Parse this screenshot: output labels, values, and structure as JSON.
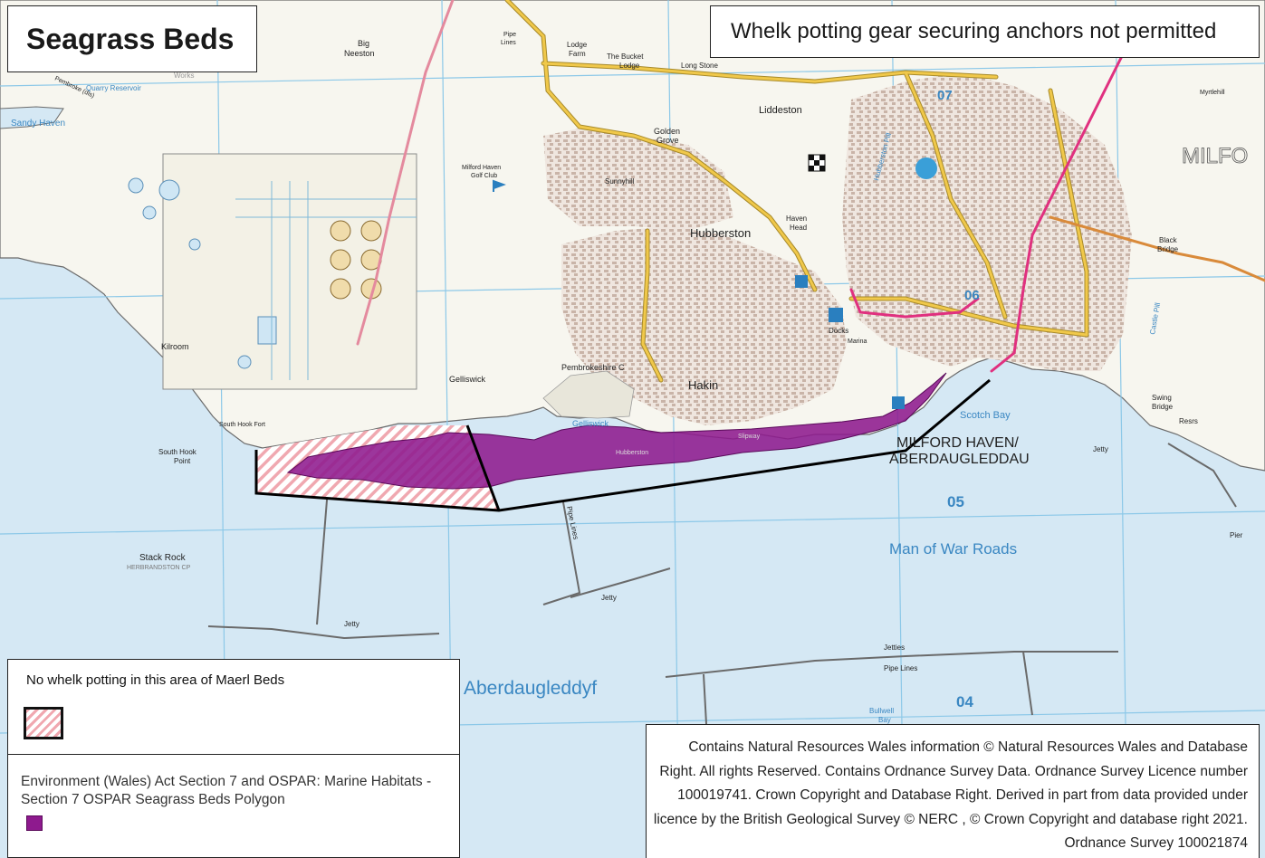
{
  "map": {
    "title": "Seagrass Beds",
    "restriction_note": "Whelk potting gear securing anchors not permitted",
    "colors": {
      "sea": "#d5e8f4",
      "land": "#f7f6ef",
      "seagrass": "#8e1a8e",
      "maerl_hatch": "#f0a8b0",
      "boundary": "#000000",
      "road_yellow": "#f0c84a",
      "rail_magenta": "#e0307f",
      "grid": "#8cc8e8"
    },
    "place_labels": {
      "milford_haven_1": "MILFORD HAVEN/",
      "milford_haven_2": "ABERDAUGLEDDAU",
      "aberdaugleddyf": "Aberdaugleddyf",
      "man_of_war_roads": "Man of War Roads",
      "scotch_bay": "Scotch Bay",
      "hubberston": "Hubberston",
      "hakin": "Hakin",
      "liddeston": "Liddeston",
      "gelliswick": "Gelliswick",
      "gelliswick_bay": "Gelliswick",
      "kilroom": "Kilroom",
      "south_hook_point_1": "South Hook",
      "south_hook_point_2": "Point",
      "south_hook_fort": "South Hook Fort",
      "stack_rock": "Stack Rock",
      "herbrandston": "HERBRANDSTON CP",
      "big_neeston_1": "Big",
      "big_neeston_2": "Neeston",
      "sandy_haven": "Sandy Haven",
      "golden_grove_1": "Golden",
      "golden_grove_2": "Grove",
      "sunnyhill": "Sunnyhill",
      "golf_club_1": "Milford Haven",
      "golf_club_2": "Golf Club",
      "bucket_lodge_1": "The Bucket",
      "bucket_lodge_2": "Lodge",
      "long_stone": "Long Stone",
      "lodge_farm_1": "Lodge",
      "lodge_farm_2": "Farm",
      "hubberston_pill": "Hubberston Pill",
      "havens_head_1": "Haven",
      "havens_head_2": "Head",
      "docks": "Docks",
      "marina": "Marina",
      "milford": "MILFO",
      "black_bridge_1": "Black",
      "black_bridge_2": "Bridge",
      "castle_pill": "Castle Pill",
      "swing_bridge_1": "Swing",
      "swing_bridge_2": "Bridge",
      "resrs": "Resrs",
      "pier": "Pier",
      "jetty_east": "Jetty",
      "jetty_mid": "Jetty",
      "jetty_west": "Jetty",
      "jetties": "Jetties",
      "pipe_lines_s": "Pipe Lines",
      "pipe_lines_n": "Pipe Lines",
      "pipe_lines_top_1": "Pipe",
      "pipe_lines_top_2": "Lines",
      "bullwell_bay_1": "Bullwell",
      "bullwell_bay_2": "Bay",
      "works": "Works",
      "quarry_reservoir": "Quarry Reservoir",
      "pembroke_dis": "Pembroke (dis)",
      "pembrokeshire_coast": "Pembrokeshire C",
      "myrtlehill": "Myrtlehill",
      "hubberston_pt": "Hubberston",
      "slipway": "Slipway",
      "grid_05": "05",
      "grid_04": "04",
      "grid_07": "07",
      "grid_06": "06"
    },
    "legend": {
      "maerl_label": "No whelk potting in this area of Maerl Beds",
      "seagrass_label": "Environment (Wales) Act Section 7 and OSPAR: Marine Habitats - Section 7 OSPAR Seagrass Beds Polygon"
    },
    "attribution": "Contains Natural Resources Wales information © Natural Resources Wales and Database Right. All rights Reserved. Contains Ordnance Survey Data. Ordnance Survey Licence number 100019741. Crown Copyright and Database Right. Derived in part from data provided under licence by the British Geological Survey © NERC , © Crown Copyright and database right 2021. Ordnance Survey 100021874"
  }
}
